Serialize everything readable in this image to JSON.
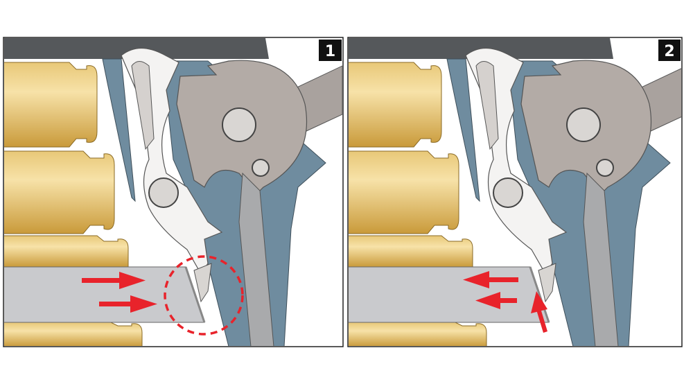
{
  "panels": [
    {
      "label": "1",
      "arrow_direction": "right",
      "highlight": "dashed-circle"
    },
    {
      "label": "2",
      "arrow_direction": "left",
      "highlight": "up-arrow"
    }
  ],
  "colors": {
    "frame": "#6f8c9f",
    "hammer": "#b3aba6",
    "brass": "#d9b45a",
    "slide": "#c9cacd",
    "topbar": "#55585b",
    "arrow": "#e8232b"
  }
}
